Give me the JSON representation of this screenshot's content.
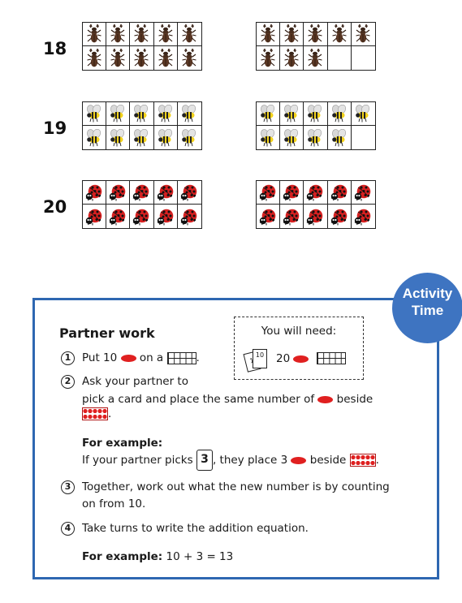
{
  "ten_frames": {
    "rows": [
      {
        "label": "18",
        "animal": "stag-beetle",
        "left_count": 10,
        "right_count": 8
      },
      {
        "label": "19",
        "animal": "bee",
        "left_count": 10,
        "right_count": 9
      },
      {
        "label": "20",
        "animal": "ladybird",
        "left_count": 10,
        "right_count": 10
      }
    ]
  },
  "activity": {
    "badge_line1": "Activity",
    "badge_line2": "Time",
    "heading": "Partner work",
    "you_will_need": "You will need:",
    "need_number": "20",
    "card_back_text": "1",
    "card_front_text": "10",
    "step1_num": "1",
    "step1_a": "Put 10",
    "step1_b": "on a",
    "step1_c": ".",
    "step2_num": "2",
    "step2_line1": "Ask your partner to",
    "step2_line2a": "pick a card and place the same number of",
    "step2_line2b": "beside",
    "step2_line3_end": ".",
    "example_label": "For example:",
    "example_a": "If your partner picks",
    "example_card": "3",
    "example_b": ", they place 3",
    "example_c": "beside",
    "example_end": ".",
    "step3_num": "3",
    "step3_line1": "Together, work out what the new number is by counting",
    "step3_line2": "on from 10.",
    "step4_num": "4",
    "step4_text": "Take turns to write the addition equation.",
    "final_label": "For example:",
    "final_equation": "10 + 3 = 13"
  },
  "colors": {
    "accent": "#2e67b1",
    "badge": "#3e74c1",
    "counter": "#e02020"
  }
}
